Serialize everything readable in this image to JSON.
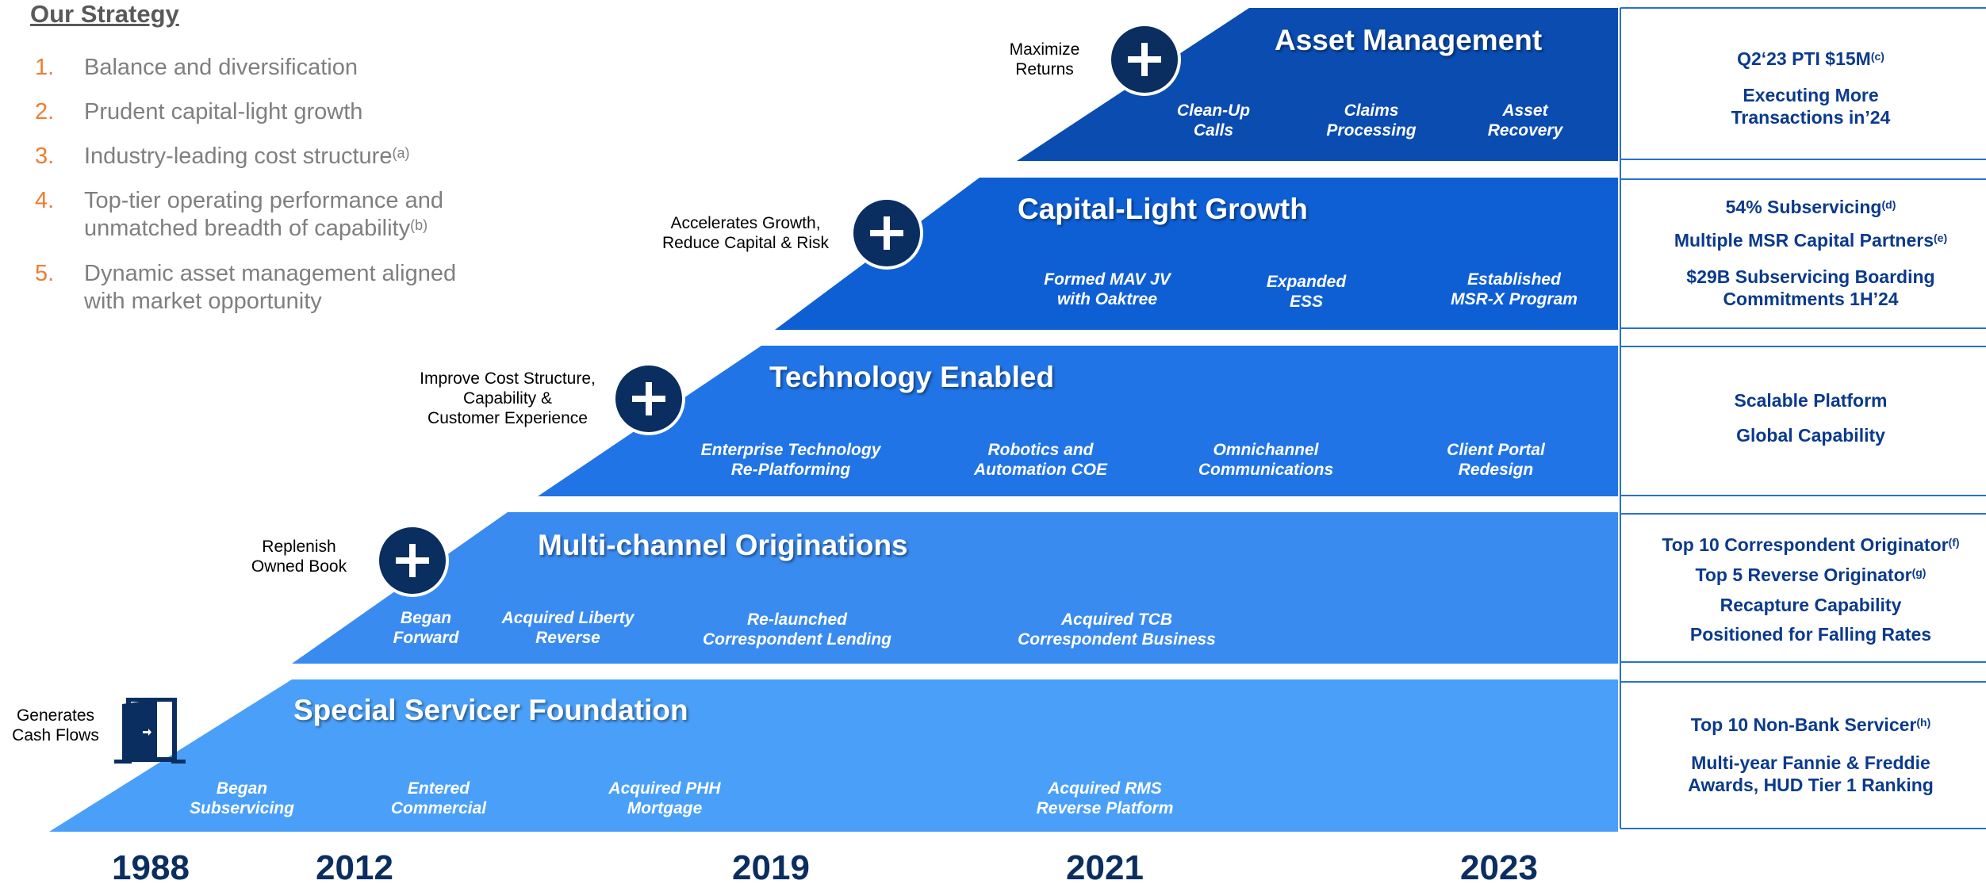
{
  "strategy": {
    "title": "Our Strategy",
    "items": [
      {
        "num": "1.",
        "lines": [
          "Balance and diversification"
        ],
        "sup": ""
      },
      {
        "num": "2.",
        "lines": [
          "Prudent capital-light growth"
        ],
        "sup": ""
      },
      {
        "num": "3.",
        "lines": [
          "Industry-leading cost structure"
        ],
        "sup": "(a)"
      },
      {
        "num": "4.",
        "lines": [
          "Top-tier operating performance and",
          "unmatched breadth of capability"
        ],
        "sup": "(b)"
      },
      {
        "num": "5.",
        "lines": [
          "Dynamic asset management aligned",
          "with market opportunity"
        ],
        "sup": ""
      }
    ]
  },
  "steps": [
    {
      "title": "Special Servicer Foundation",
      "side_label": [
        "Generates",
        "Cash Flows"
      ],
      "side_icon": "door-icon",
      "milestones": [
        [
          "Began",
          "Subservicing"
        ],
        [
          "Entered",
          "Commercial"
        ],
        [
          "Acquired PHH",
          "Mortgage"
        ],
        [
          "Acquired RMS",
          "Reverse Platform"
        ]
      ],
      "results": [
        {
          "text": [
            "Top 10 Non-Bank Servicer"
          ],
          "sup": "(h)"
        },
        {
          "text": [
            "Multi-year Fannie & Freddie",
            "Awards, HUD Tier 1 Ranking"
          ],
          "sup": ""
        }
      ]
    },
    {
      "title": "Multi-channel Originations",
      "side_label": [
        "Replenish",
        "Owned Book"
      ],
      "side_icon": "plus-icon",
      "milestones": [
        [
          "Began",
          "Forward"
        ],
        [
          "Acquired Liberty",
          "Reverse"
        ],
        [
          "Re-launched",
          "Correspondent Lending"
        ],
        [
          "Acquired TCB",
          "Correspondent Business"
        ]
      ],
      "results": [
        {
          "text": [
            "Top 10 Correspondent Originator"
          ],
          "sup": "(f)"
        },
        {
          "text": [
            "Top 5 Reverse Originator"
          ],
          "sup": "(g)"
        },
        {
          "text": [
            "Recapture Capability"
          ],
          "sup": ""
        },
        {
          "text": [
            "Positioned for Falling Rates"
          ],
          "sup": ""
        }
      ]
    },
    {
      "title": "Technology Enabled",
      "side_label": [
        "Improve Cost Structure,",
        "Capability &",
        "Customer Experience"
      ],
      "side_icon": "plus-icon",
      "milestones": [
        [
          "Enterprise Technology",
          "Re-Platforming"
        ],
        [
          "Robotics and",
          "Automation COE"
        ],
        [
          "Omnichannel",
          "Communications"
        ],
        [
          "Client Portal",
          "Redesign"
        ]
      ],
      "results": [
        {
          "text": [
            "Scalable Platform"
          ],
          "sup": ""
        },
        {
          "text": [
            "Global Capability"
          ],
          "sup": ""
        }
      ]
    },
    {
      "title": "Capital-Light Growth",
      "side_label": [
        "Accelerates Growth,",
        "Reduce Capital & Risk"
      ],
      "side_icon": "plus-icon",
      "milestones": [
        [
          "Formed MAV JV",
          "with Oaktree"
        ],
        [
          "Expanded",
          "ESS"
        ],
        [
          "Established",
          "MSR-X Program"
        ]
      ],
      "results": [
        {
          "text": [
            "54% Subservicing"
          ],
          "sup": "(d)"
        },
        {
          "text": [
            "Multiple MSR Capital Partners"
          ],
          "sup": "(e)"
        },
        {
          "text": [
            "$29B Subservicing Boarding",
            "Commitments 1H’24"
          ],
          "sup": ""
        }
      ]
    },
    {
      "title": "Asset Management",
      "side_label": [
        "Maximize",
        "Returns"
      ],
      "side_icon": "plus-icon",
      "milestones": [
        [
          "Clean-Up",
          "Calls"
        ],
        [
          "Claims",
          "Processing"
        ],
        [
          "Asset",
          "Recovery"
        ]
      ],
      "results": [
        {
          "text": [
            "Q2‘23 PTI $15M"
          ],
          "sup": "(c)"
        },
        {
          "text": [
            "Executing More",
            "Transactions in’24"
          ],
          "sup": ""
        }
      ]
    }
  ],
  "years": [
    "1988",
    "2012",
    "2019",
    "2021",
    "2023"
  ],
  "colors": {
    "step1": "#4aa0f8",
    "step2": "#3a8bf0",
    "step3": "#2074e6",
    "step4": "#0e5fd4",
    "step5": "#0a4cb0",
    "dark_navy": "#0b2e61",
    "result_text": "#0b3a8c",
    "strategy_number": "#ed7d31",
    "strategy_text": "#7f7f7f"
  }
}
